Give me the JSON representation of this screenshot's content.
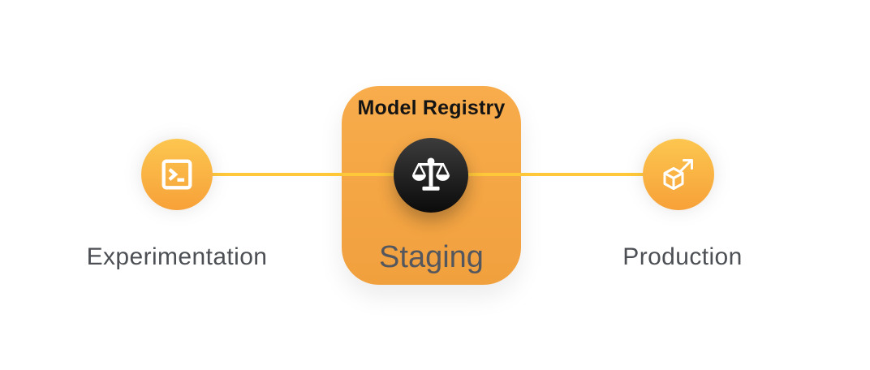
{
  "diagram": {
    "kind": "mlops-pipeline",
    "background": "#ffffff",
    "connector_color": "#FFC838",
    "colors": {
      "node_gradient_top": "#FCC64F",
      "node_gradient_bottom": "#F7A139",
      "registry_gradient_top": "#F8AC4B",
      "registry_gradient_bottom": "#F1A03E",
      "dark_badge_top": "#3C3C3C",
      "dark_badge_bottom": "#0B0B0B",
      "stage_label_text": "#4C4F54",
      "registry_title_text": "#141414"
    },
    "nodes": {
      "experimentation": {
        "label": "Experimentation",
        "icon": "terminal-icon"
      },
      "model_registry": {
        "title": "Model Registry",
        "stage_label": "Staging",
        "icon": "balance-scale-icon"
      },
      "production": {
        "label": "Production",
        "icon": "cube-arrow-icon"
      }
    }
  }
}
